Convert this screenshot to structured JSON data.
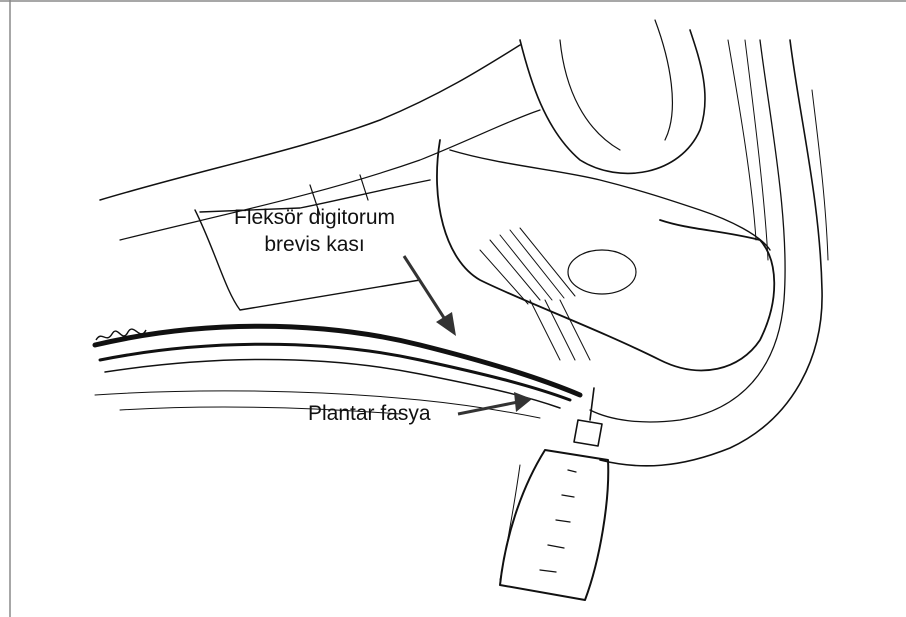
{
  "labels": {
    "flexor_line1": "Fleksör digitorum",
    "flexor_line2": "brevis kası",
    "plantar": "Plantar fasya"
  },
  "colors": {
    "ink": "#111111",
    "paper": "#ffffff",
    "frame": "#8a8a8a"
  },
  "icons": {
    "syringe": "syringe-icon",
    "signature": "artist-signature"
  }
}
